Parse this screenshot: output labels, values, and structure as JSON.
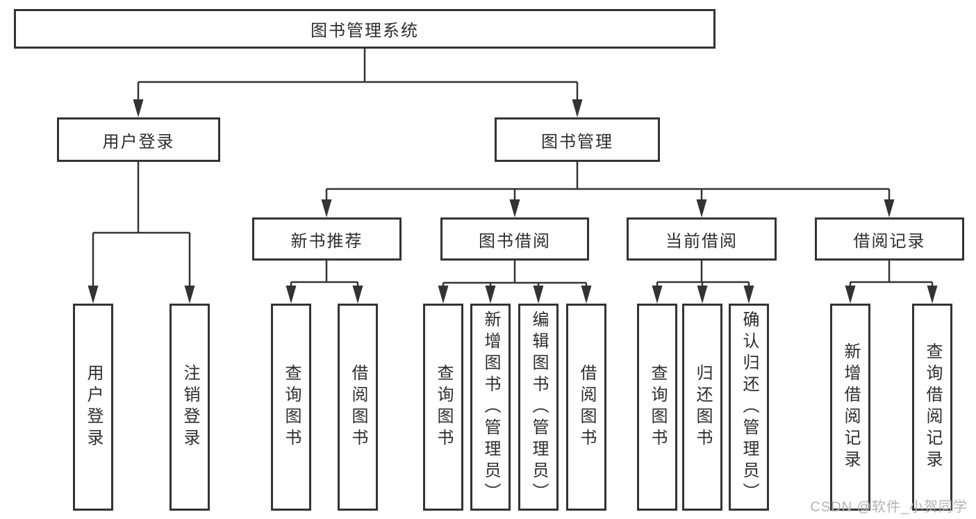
{
  "watermark": "CSDN @软件_小贺同学",
  "colors": {
    "background": "#ffffff",
    "line": "#333333",
    "box_border": "#333333",
    "text": "#2d2d2d",
    "watermark": "#b3b3b3"
  },
  "tree": {
    "label": "图书管理系统",
    "children": [
      {
        "label": "用户登录",
        "children": [
          {
            "label": "用户登录"
          },
          {
            "label": "注销登录"
          }
        ]
      },
      {
        "label": "图书管理",
        "children": [
          {
            "label": "新书推荐",
            "children": [
              {
                "label": "查询图书"
              },
              {
                "label": "借阅图书"
              }
            ]
          },
          {
            "label": "图书借阅",
            "children": [
              {
                "label": "查询图书"
              },
              {
                "label": "新增图书（管理员）"
              },
              {
                "label": "编辑图书（管理员）"
              },
              {
                "label": "借阅图书"
              }
            ]
          },
          {
            "label": "当前借阅",
            "children": [
              {
                "label": "查询图书"
              },
              {
                "label": "归还图书"
              },
              {
                "label": "确认归还（管理员）"
              }
            ]
          },
          {
            "label": "借阅记录",
            "children": [
              {
                "label": "新增借阅记录"
              },
              {
                "label": "查询借阅记录"
              }
            ]
          }
        ]
      }
    ]
  }
}
